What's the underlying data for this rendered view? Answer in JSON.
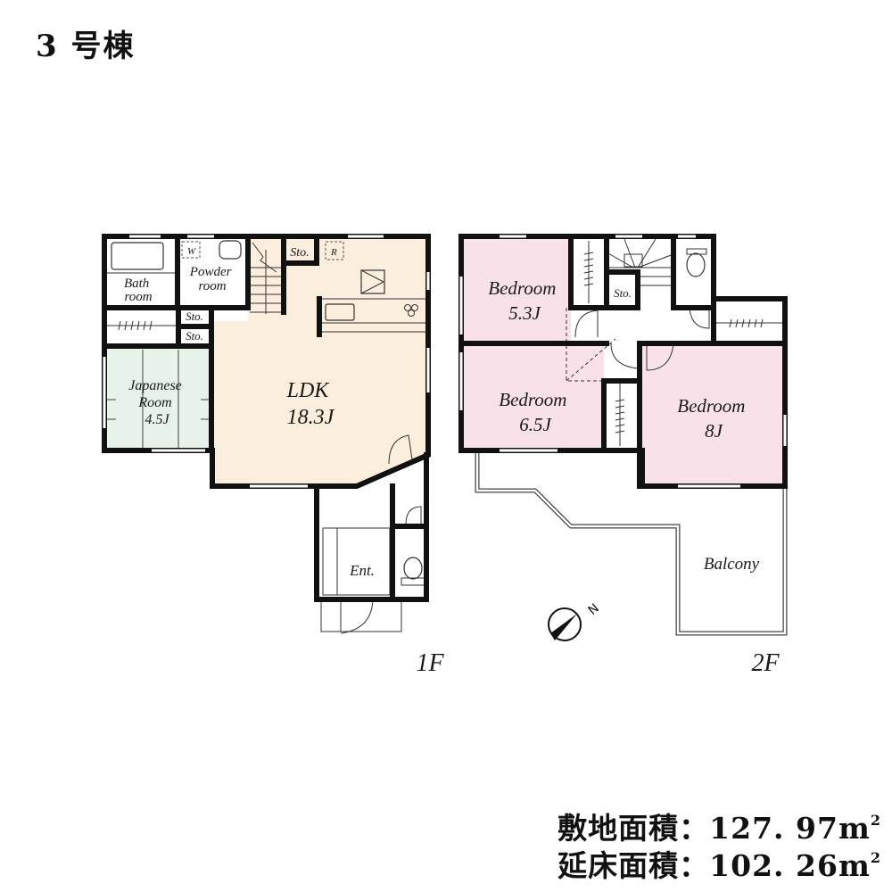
{
  "title": "3 号棟",
  "colors": {
    "ldk_fill": "#FCEEDC",
    "japanese_fill": "#E6F2EA",
    "bedroom_fill": "#F8E1E8",
    "wall": "#111111"
  },
  "floor1": {
    "label": "1F",
    "rooms": {
      "bath": [
        "Bath",
        "room"
      ],
      "powder": [
        "Powder",
        "room"
      ],
      "washer_mark": "W",
      "fridge_mark": "R",
      "sto_1": "Sto.",
      "sto_2": "Sto.",
      "sto_3": "Sto.",
      "japanese": [
        "Japanese",
        "Room",
        "4.5J"
      ],
      "ldk": [
        "LDK",
        "18.3J"
      ],
      "entrance": "Ent."
    }
  },
  "floor2": {
    "label": "2F",
    "rooms": {
      "bedroom_a": [
        "Bedroom",
        "5.3J"
      ],
      "bedroom_b": [
        "Bedroom",
        "6.5J"
      ],
      "bedroom_c": [
        "Bedroom",
        "8J"
      ],
      "sto": "Sto.",
      "balcony": "Balcony"
    }
  },
  "compass": {
    "label": "N"
  },
  "areas": [
    {
      "label": "敷地面積",
      "sep": "：",
      "value": "127. 97",
      "unit": "m",
      "sup": "2"
    },
    {
      "label": "延床面積",
      "sep": "：",
      "value": "102. 26",
      "unit": "m",
      "sup": "2"
    }
  ]
}
